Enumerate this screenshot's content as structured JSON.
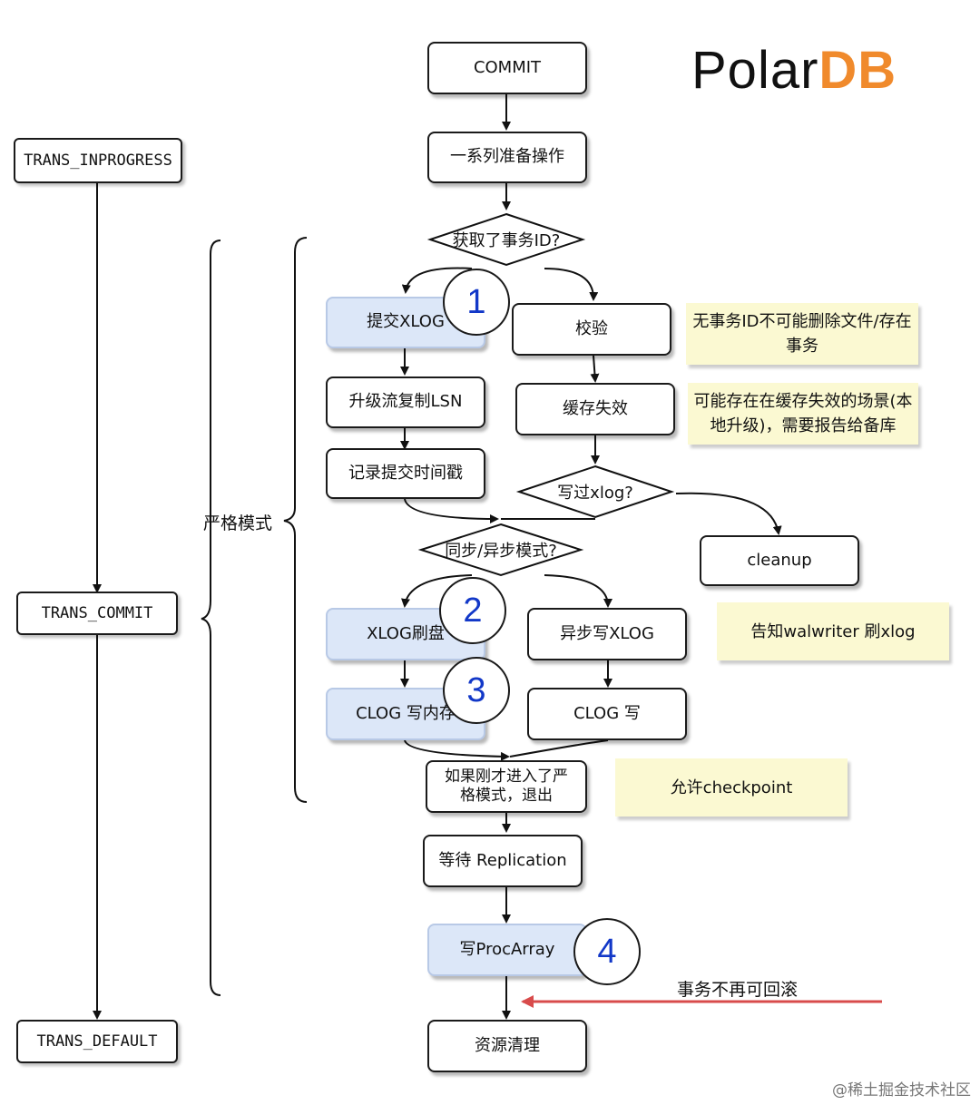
{
  "logo": {
    "text": "Polar",
    "mark": "DB"
  },
  "states": {
    "inprogress": "TRANS_INPROGRESS",
    "commit": "TRANS_COMMIT",
    "default": "TRANS_DEFAULT"
  },
  "labels": {
    "strict_mode": "严格模式",
    "no_rollback": "事务不再可回滚"
  },
  "boxes": {
    "commit": "COMMIT",
    "prep": "一系列准备操作",
    "submit_xlog": "提交XLOG",
    "check": "校验",
    "upgrade_lsn": "升级流复制LSN",
    "cache_invalid": "缓存失效",
    "record_ts": "记录提交时间戳",
    "cleanup": "cleanup",
    "xlog_flush": "XLOG刷盘",
    "async_xlog": "异步写XLOG",
    "clog_mem": "CLOG 写内存",
    "clog_write": "CLOG 写",
    "exit_strict": "如果刚才进入了严格模式，退出",
    "wait_repl": "等待 Replication",
    "write_proc": "写ProcArray",
    "cleanup_res": "资源清理"
  },
  "decisions": {
    "got_xid": "获取了事务ID?",
    "wrote_xlog": "写过xlog?",
    "sync_async": "同步/异步模式?"
  },
  "notes": {
    "no_xid": "无事务ID不可能删除文件/存在事务",
    "cache_scene": "可能存在在缓存失效的场景(本地升级)，需要报告给备库",
    "walwriter": "告知walwriter 刷xlog",
    "checkpoint": "允许checkpoint"
  },
  "steps": [
    "1",
    "2",
    "3",
    "4"
  ],
  "watermark": "@稀土掘金技术社区",
  "colors": {
    "highlight": "#dce7f8",
    "note": "#fbf9d2",
    "step_number": "#1238c8",
    "arrow_red": "#d84b4b",
    "logo_accent": "#f08a2c"
  }
}
